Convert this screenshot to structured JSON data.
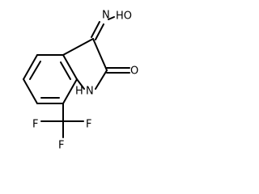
{
  "molecule": {
    "atoms": {
      "hydroxy_oxygen": "HO",
      "oxime_nitrogen": "N",
      "carbonyl_oxygen": "O",
      "ring_nitrogen": "N",
      "ring_hydrogen": "H",
      "fluorine_top": "F",
      "fluorine_left": "F",
      "fluorine_right": "F"
    },
    "colors": {
      "bond": "#000000",
      "label": "#000000",
      "background": "#ffffff"
    }
  }
}
